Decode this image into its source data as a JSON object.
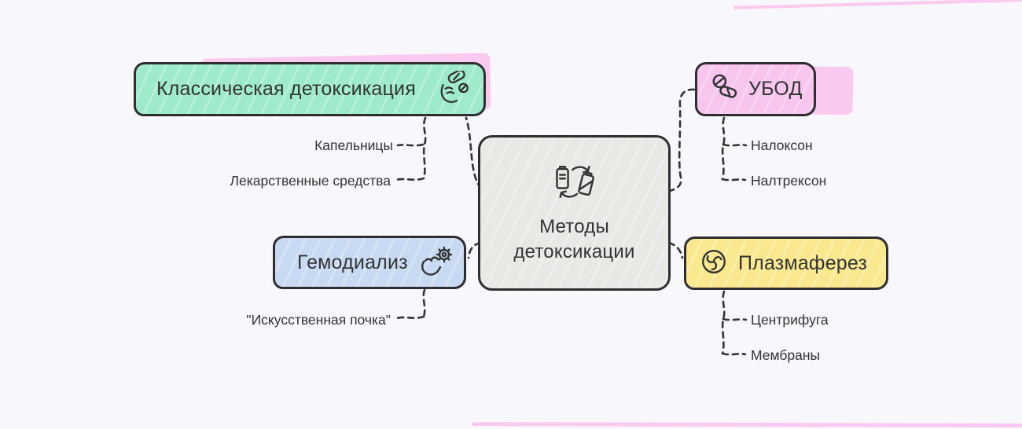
{
  "colors": {
    "background": "#f8f7fb",
    "outline": "#333333",
    "highlight_pink": "#f9c9ef",
    "node_classic": "#9debcb",
    "node_ubod": "#f7c5ee",
    "node_hemodialysis": "#c8daf2",
    "node_plasmapheresis": "#f9e88d",
    "node_center": "#e8e8e5"
  },
  "mindmap": {
    "center": {
      "label": "Методы детоксикации",
      "icon": "battery-swap-icon"
    },
    "branches": [
      {
        "label": "Классическая детоксикация",
        "icon": "hand-pill-icon",
        "children": [
          "Капельницы",
          "Лекарственные средства"
        ]
      },
      {
        "label": "УБОД",
        "icon": "pills-icon",
        "children": [
          "Налоксон",
          "Налтрексон"
        ]
      },
      {
        "label": "Гемодиализ",
        "icon": "hand-gear-icon",
        "children": [
          "\"Искусственная почка\""
        ]
      },
      {
        "label": "Плазмаферез",
        "icon": "vortex-icon",
        "children": [
          "Центрифуга",
          "Мембраны"
        ]
      }
    ]
  }
}
